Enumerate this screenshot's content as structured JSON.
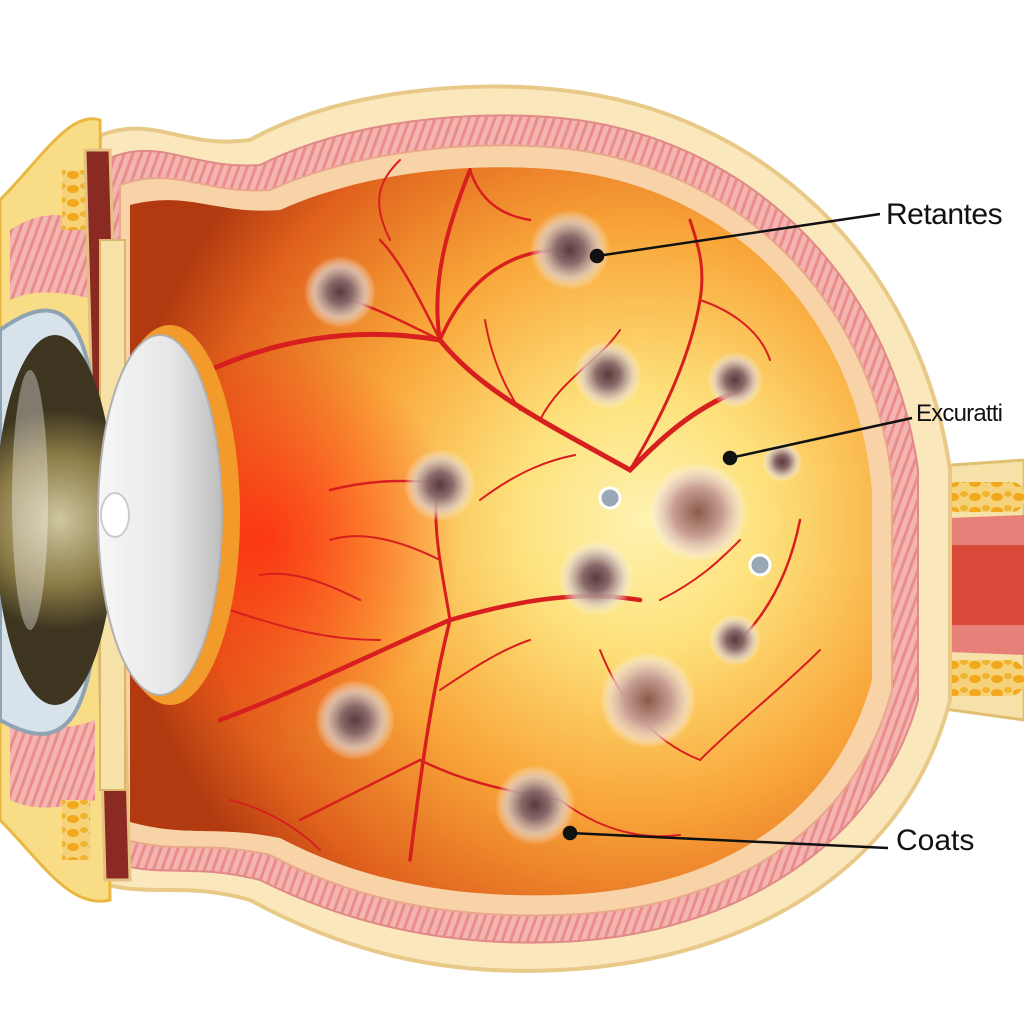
{
  "labels": {
    "top": "Retantes",
    "middle": "Excuratti",
    "bottom": "Coats"
  },
  "colors": {
    "background": "#ffffff",
    "fundus_center": "#fff0a8",
    "fundus_mid": "#f9a73a",
    "fundus_edge": "#c94a12",
    "vessel": "#d81f1f",
    "sclera_outer": "#fbe7bc",
    "choroid": "#f2a7a6",
    "lesion": "#7a5a5a",
    "leader_line": "#111111"
  },
  "icons": [
    "eyeball-cross-section",
    "lens-icon",
    "optic-nerve-icon",
    "retinal-vessels",
    "retinal-lesions"
  ]
}
